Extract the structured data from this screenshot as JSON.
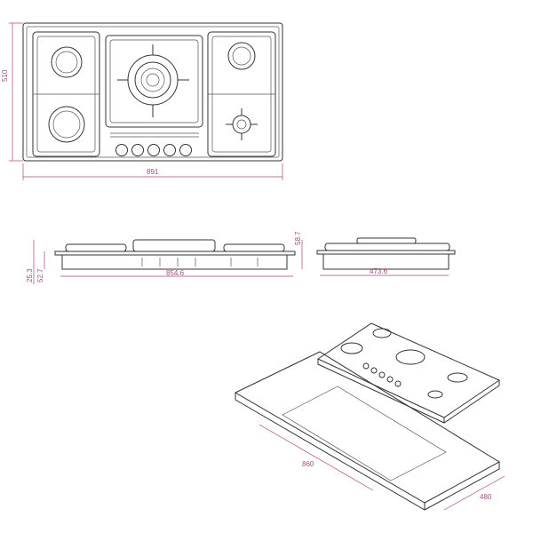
{
  "top_view": {
    "width_label": "891",
    "depth_label": "510",
    "knob_count": 5
  },
  "front_view": {
    "width_label": "854.6",
    "height_label": "58.7",
    "body_height_label": "52.7",
    "total_label": "25.3"
  },
  "side_view": {
    "depth_label": "473.6"
  },
  "cutout_view": {
    "width_label": "860",
    "depth_label": "480"
  },
  "colors": {
    "line": "#333333",
    "dimension": "#b0407f"
  }
}
